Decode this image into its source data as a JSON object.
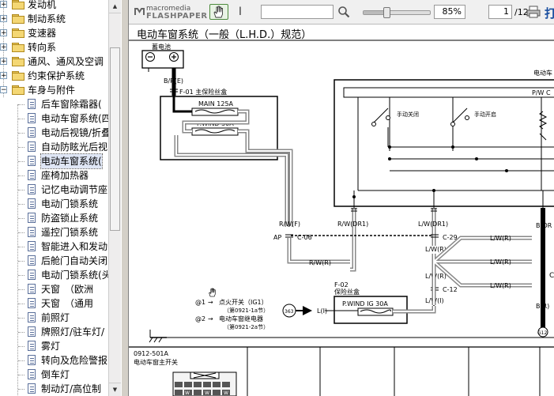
{
  "tree": {
    "items": [
      {
        "label": "发动机",
        "level": 0,
        "type": "folder",
        "expander": "+"
      },
      {
        "label": "制动系统",
        "level": 0,
        "type": "folder",
        "expander": "+"
      },
      {
        "label": "变速器",
        "level": 0,
        "type": "folder",
        "expander": "+"
      },
      {
        "label": "转向系",
        "level": 0,
        "type": "folder",
        "expander": "+"
      },
      {
        "label": "通风、通风及空调",
        "level": 0,
        "type": "folder",
        "expander": "+"
      },
      {
        "label": "约束保护系统",
        "level": 0,
        "type": "folder",
        "expander": "+"
      },
      {
        "label": "车身与附件",
        "level": 0,
        "type": "folder",
        "expander": "−"
      },
      {
        "label": "后车窗除霜器(",
        "level": 1,
        "type": "doc"
      },
      {
        "label": "电动车窗系统(四",
        "level": 1,
        "type": "doc"
      },
      {
        "label": "电动后视镜/折叠",
        "level": 1,
        "type": "doc"
      },
      {
        "label": "自动防眩光后视",
        "level": 1,
        "type": "doc"
      },
      {
        "label": "电动车窗系统(",
        "level": 1,
        "type": "doc",
        "selected": true
      },
      {
        "label": "座椅加热器",
        "level": 1,
        "type": "doc"
      },
      {
        "label": "记忆电动调节座",
        "level": 1,
        "type": "doc"
      },
      {
        "label": "电动门锁系统",
        "level": 1,
        "type": "doc"
      },
      {
        "label": "防盗锁止系统",
        "level": 1,
        "type": "doc"
      },
      {
        "label": "遥控门锁系统",
        "level": 1,
        "type": "doc"
      },
      {
        "label": "智能进入和发动",
        "level": 1,
        "type": "doc"
      },
      {
        "label": "后舱门自动关闭",
        "level": 1,
        "type": "doc"
      },
      {
        "label": "电动门锁系统(头",
        "level": 1,
        "type": "doc"
      },
      {
        "label": "天窗　（欧洲",
        "level": 1,
        "type": "doc"
      },
      {
        "label": "天窗　（通用",
        "level": 1,
        "type": "doc"
      },
      {
        "label": "前照灯",
        "level": 1,
        "type": "doc"
      },
      {
        "label": "牌照灯/驻车灯/",
        "level": 1,
        "type": "doc"
      },
      {
        "label": "雾灯",
        "level": 1,
        "type": "doc"
      },
      {
        "label": "转向及危险警报",
        "level": 1,
        "type": "doc"
      },
      {
        "label": "倒车灯",
        "level": 1,
        "type": "doc"
      },
      {
        "label": "制动灯/高位制",
        "level": 1,
        "type": "doc"
      }
    ]
  },
  "viewer": {
    "logo_top": "macromedia",
    "logo_bottom": "FLASHPAPER",
    "zoom": "85%",
    "zoom_fraction": 0.35,
    "page_current": "1",
    "page_total": "/12",
    "truncated_right": "打"
  },
  "diagram": {
    "title": "电动车窗系统（一般（L.H.D.）规范）",
    "battery": "蓄电池",
    "battery_wire": "B/R(E)",
    "fuse_block_label": "F-01 主保险丝盒",
    "main_fuse": "MAIN 125A",
    "pwind_fuse": "P.WIND 30A",
    "module_title": "电动车",
    "pw_label": "P/W C",
    "manual_close": "手动关闭",
    "manual_open": "手动开启",
    "wire_rwf": "R/W(F)",
    "wire_rwdr1": "R/W(DR1)",
    "wire_lwdr1": "L/W(DR1)",
    "wire_bdr": "B(DR",
    "ap": "AP",
    "c06": "C-06",
    "c29": "C-29",
    "c12": "C-12",
    "wire_rwr": "R/W(R)",
    "wire_lwr": "L/W(R)",
    "wire_lwr2": "L/W(R)",
    "wire_lwr3": "L/W(R)",
    "wire_lwr4": "L/W(R)",
    "wire_lwr5": "L/W(R)",
    "wire_lwi": "L/W(I)",
    "wire_br": "B(R)",
    "f02": "F-02",
    "f02_sub": "保险丝盒",
    "ig_fuse": "P.WIND IG 30A",
    "conn_363": "363",
    "wire_li": "L(I)",
    "note1_mark": "@1",
    "note1_text": "点火开关（IG1）",
    "note1_ref": "（第0921-1a节）",
    "note2_mark": "@2",
    "note2_text": "电动车窗继电器",
    "note2_ref": "（第0921-2a节）",
    "ground_id": "G12",
    "table_code": "0912-501A",
    "table_caption": "电动车窗主开关",
    "conn_w1": "W",
    "conn_w2": "W",
    "conn_w3": "W",
    "partial_c": "C"
  }
}
